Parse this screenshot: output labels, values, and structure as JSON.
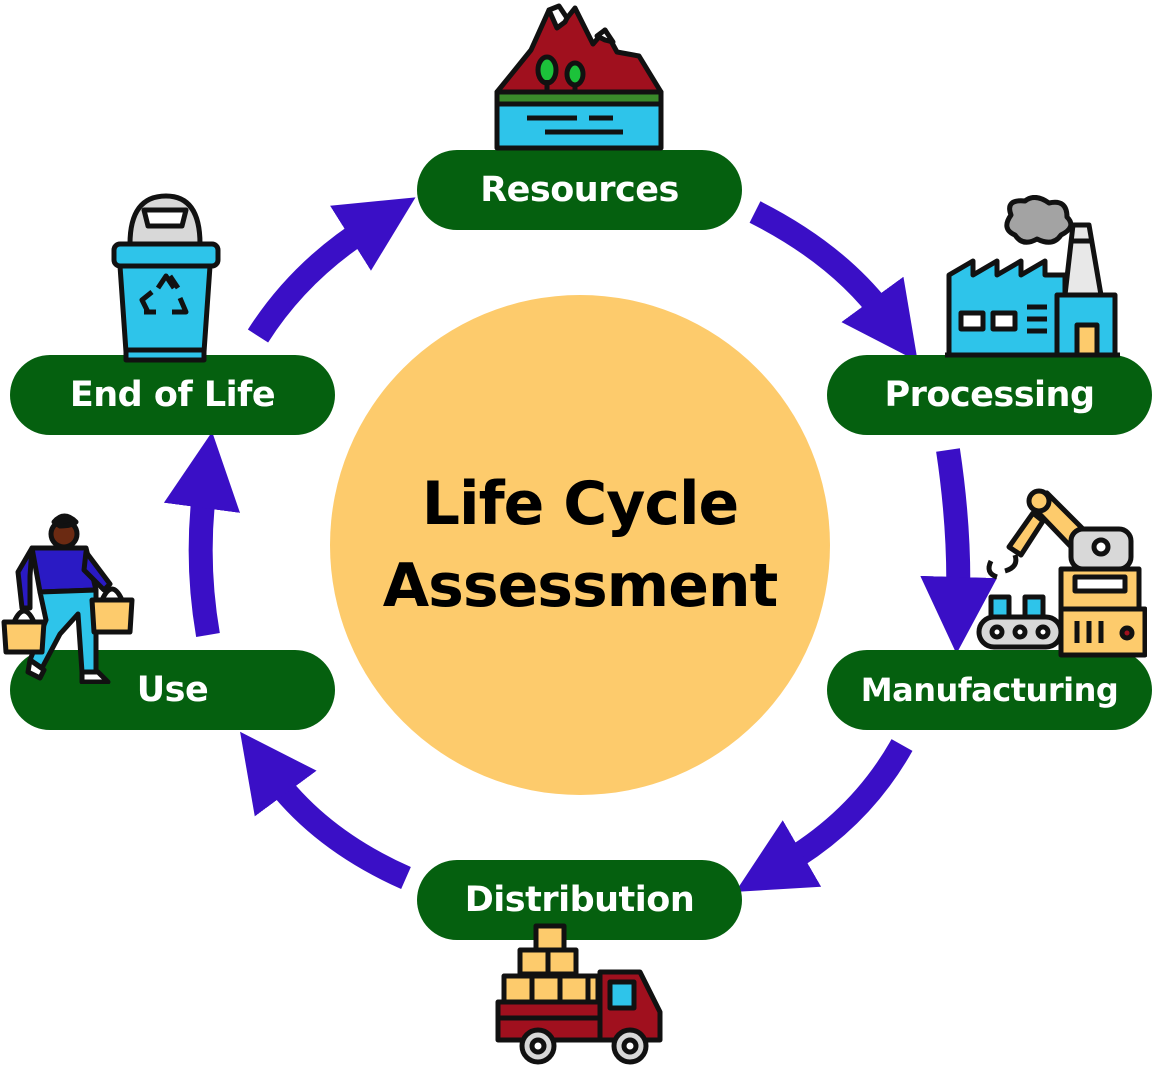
{
  "colors": {
    "pill": "#05600f",
    "pill_text": "#ffffff",
    "circle": "#fdcb6c",
    "arrow": "#3a0fc6",
    "outline": "#111111"
  },
  "center": {
    "title_line1": "Life Cycle",
    "title_line2": "Assessment"
  },
  "stages": [
    {
      "label": "Resources",
      "icon": "mountains-lake-icon"
    },
    {
      "label": "Processing",
      "icon": "factory-icon"
    },
    {
      "label": "Manufacturing",
      "icon": "robot-arm-conveyor-icon"
    },
    {
      "label": "Distribution",
      "icon": "delivery-truck-icon"
    },
    {
      "label": "Use",
      "icon": "shopper-with-bags-icon"
    },
    {
      "label": "End of Life",
      "icon": "recycling-bin-icon"
    }
  ],
  "flow": [
    {
      "from": "Resources",
      "to": "Processing"
    },
    {
      "from": "Processing",
      "to": "Manufacturing"
    },
    {
      "from": "Manufacturing",
      "to": "Distribution"
    },
    {
      "from": "Distribution",
      "to": "Use"
    },
    {
      "from": "Use",
      "to": "End of Life"
    },
    {
      "from": "End of Life",
      "to": "Resources"
    }
  ]
}
